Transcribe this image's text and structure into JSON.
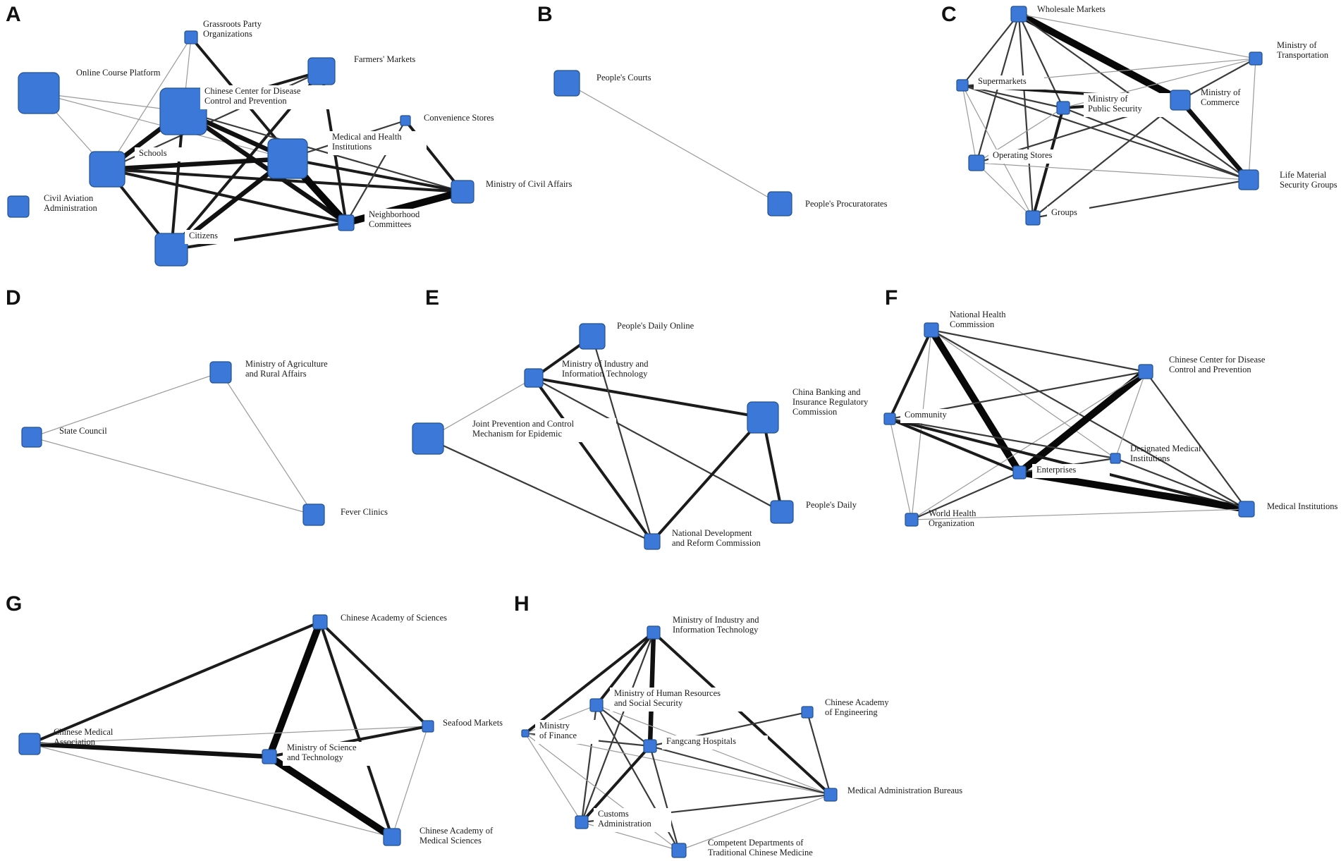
{
  "panels": [
    {
      "id": "A",
      "nodes": [
        {
          "id": "grassroots",
          "label": [
            "Grassroots Party",
            "Organizations"
          ]
        },
        {
          "id": "farmers",
          "label": [
            "Farmers' Markets"
          ]
        },
        {
          "id": "online",
          "label": [
            "Online Course Platform"
          ]
        },
        {
          "id": "ccdc",
          "label": [
            "Chinese Center for Disease",
            "Control and Prevention"
          ]
        },
        {
          "id": "convenience",
          "label": [
            "Convenience Stores"
          ]
        },
        {
          "id": "medhealth",
          "label": [
            "Medical and Health",
            "Institutions"
          ]
        },
        {
          "id": "schools",
          "label": [
            "Schools"
          ]
        },
        {
          "id": "civilaffairs",
          "label": [
            "Ministry of Civil Affairs"
          ]
        },
        {
          "id": "aviation",
          "label": [
            "Civil Aviation",
            "Administration"
          ]
        },
        {
          "id": "neighborhood",
          "label": [
            "Neighborhood",
            "Committees"
          ]
        },
        {
          "id": "citizens",
          "label": [
            "Citizens"
          ]
        }
      ],
      "edges": [
        [
          "online",
          "schools",
          1
        ],
        [
          "online",
          "ccdc",
          1
        ],
        [
          "online",
          "medhealth",
          1
        ],
        [
          "grassroots",
          "schools",
          1
        ],
        [
          "grassroots",
          "neighborhood",
          3
        ],
        [
          "grassroots",
          "ccdc",
          1
        ],
        [
          "farmers",
          "ccdc",
          3
        ],
        [
          "farmers",
          "citizens",
          3
        ],
        [
          "farmers",
          "neighborhood",
          3
        ],
        [
          "farmers",
          "schools",
          2
        ],
        [
          "ccdc",
          "schools",
          4
        ],
        [
          "ccdc",
          "medhealth",
          4
        ],
        [
          "ccdc",
          "neighborhood",
          4
        ],
        [
          "ccdc",
          "citizens",
          3
        ],
        [
          "ccdc",
          "civilaffairs",
          2
        ],
        [
          "schools",
          "medhealth",
          4
        ],
        [
          "schools",
          "neighborhood",
          3
        ],
        [
          "schools",
          "citizens",
          3
        ],
        [
          "schools",
          "civilaffairs",
          3
        ],
        [
          "medhealth",
          "neighborhood",
          5
        ],
        [
          "medhealth",
          "citizens",
          4
        ],
        [
          "medhealth",
          "civilaffairs",
          3
        ],
        [
          "convenience",
          "neighborhood",
          2
        ],
        [
          "convenience",
          "civilaffairs",
          3
        ],
        [
          "convenience",
          "medhealth",
          2
        ],
        [
          "civilaffairs",
          "neighborhood",
          5
        ],
        [
          "citizens",
          "neighborhood",
          3
        ]
      ]
    },
    {
      "id": "B",
      "nodes": [
        {
          "id": "courts",
          "label": [
            "People's Courts"
          ]
        },
        {
          "id": "procuratorates",
          "label": [
            "People's Procuratorates"
          ]
        }
      ],
      "edges": [
        [
          "courts",
          "procuratorates",
          1
        ]
      ]
    },
    {
      "id": "C",
      "nodes": [
        {
          "id": "wholesale",
          "label": [
            "Wholesale Markets"
          ]
        },
        {
          "id": "transport",
          "label": [
            "Ministry of",
            "Transportation"
          ]
        },
        {
          "id": "supermarkets",
          "label": [
            "Supermarkets"
          ]
        },
        {
          "id": "security",
          "label": [
            "Ministry of",
            "Public Security"
          ]
        },
        {
          "id": "commerce",
          "label": [
            "Ministry of",
            "Commerce"
          ]
        },
        {
          "id": "operating",
          "label": [
            "Operating Stores"
          ]
        },
        {
          "id": "lifematerial",
          "label": [
            "Life Material",
            "Security Groups"
          ]
        },
        {
          "id": "groups",
          "label": [
            "Groups"
          ]
        }
      ],
      "edges": [
        [
          "wholesale",
          "commerce",
          5
        ],
        [
          "wholesale",
          "supermarkets",
          2
        ],
        [
          "wholesale",
          "security",
          2
        ],
        [
          "wholesale",
          "operating",
          2
        ],
        [
          "wholesale",
          "groups",
          2
        ],
        [
          "wholesale",
          "transport",
          1
        ],
        [
          "wholesale",
          "lifematerial",
          2
        ],
        [
          "supermarkets",
          "commerce",
          3
        ],
        [
          "supermarkets",
          "security",
          2
        ],
        [
          "supermarkets",
          "operating",
          1
        ],
        [
          "supermarkets",
          "groups",
          1
        ],
        [
          "supermarkets",
          "lifematerial",
          2
        ],
        [
          "supermarkets",
          "transport",
          1
        ],
        [
          "security",
          "commerce",
          3
        ],
        [
          "security",
          "operating",
          1
        ],
        [
          "security",
          "groups",
          3
        ],
        [
          "security",
          "lifematerial",
          2
        ],
        [
          "security",
          "transport",
          1
        ],
        [
          "commerce",
          "transport",
          2
        ],
        [
          "commerce",
          "lifematerial",
          4
        ],
        [
          "commerce",
          "groups",
          2
        ],
        [
          "commerce",
          "operating",
          2
        ],
        [
          "operating",
          "lifematerial",
          1
        ],
        [
          "operating",
          "groups",
          1
        ],
        [
          "groups",
          "lifematerial",
          2
        ],
        [
          "transport",
          "lifematerial",
          1
        ]
      ]
    },
    {
      "id": "D",
      "nodes": [
        {
          "id": "agri",
          "label": [
            "Ministry of Agriculture",
            "and Rural Affairs"
          ]
        },
        {
          "id": "council",
          "label": [
            "State Council"
          ]
        },
        {
          "id": "fever",
          "label": [
            "Fever Clinics"
          ]
        }
      ],
      "edges": [
        [
          "agri",
          "council",
          1
        ],
        [
          "agri",
          "fever",
          1
        ],
        [
          "council",
          "fever",
          1
        ]
      ]
    },
    {
      "id": "E",
      "nodes": [
        {
          "id": "pdo",
          "label": [
            "People's Daily Online"
          ]
        },
        {
          "id": "miit",
          "label": [
            "Ministry of Industry and",
            "Information Technology"
          ]
        },
        {
          "id": "cbirc",
          "label": [
            "China Banking and",
            "Insurance Regulatory",
            "Commission"
          ]
        },
        {
          "id": "joint",
          "label": [
            "Joint Prevention and Control",
            "Mechanism for Epidemic"
          ]
        },
        {
          "id": "pd",
          "label": [
            "People's Daily"
          ]
        },
        {
          "id": "ndrc",
          "label": [
            "National Development",
            "and Reform Commission"
          ]
        }
      ],
      "edges": [
        [
          "pdo",
          "miit",
          3
        ],
        [
          "miit",
          "cbirc",
          3
        ],
        [
          "miit",
          "ndrc",
          3
        ],
        [
          "miit",
          "pd",
          2
        ],
        [
          "miit",
          "joint",
          1
        ],
        [
          "cbirc",
          "ndrc",
          3
        ],
        [
          "cbirc",
          "pd",
          3
        ],
        [
          "joint",
          "ndrc",
          2
        ],
        [
          "pdo",
          "ndrc",
          2
        ]
      ]
    },
    {
      "id": "F",
      "nodes": [
        {
          "id": "nhc",
          "label": [
            "National Health",
            "Commission"
          ]
        },
        {
          "id": "fccdc",
          "label": [
            "Chinese Center for Disease",
            "Control and Prevention"
          ]
        },
        {
          "id": "community",
          "label": [
            "Community"
          ]
        },
        {
          "id": "designated",
          "label": [
            "Designated Medical",
            "Institutions"
          ]
        },
        {
          "id": "enterprises",
          "label": [
            "Enterprises"
          ]
        },
        {
          "id": "who",
          "label": [
            "World Health",
            "Organization"
          ]
        },
        {
          "id": "medinst",
          "label": [
            "Medical Institutions"
          ]
        }
      ],
      "edges": [
        [
          "nhc",
          "enterprises",
          5
        ],
        [
          "nhc",
          "community",
          3
        ],
        [
          "nhc",
          "fccdc",
          2
        ],
        [
          "nhc",
          "designated",
          1
        ],
        [
          "nhc",
          "medinst",
          2
        ],
        [
          "nhc",
          "who",
          1
        ],
        [
          "fccdc",
          "enterprises",
          5
        ],
        [
          "fccdc",
          "community",
          2
        ],
        [
          "fccdc",
          "medinst",
          2
        ],
        [
          "fccdc",
          "who",
          1
        ],
        [
          "fccdc",
          "designated",
          1
        ],
        [
          "community",
          "enterprises",
          3
        ],
        [
          "community",
          "medinst",
          3
        ],
        [
          "community",
          "designated",
          2
        ],
        [
          "community",
          "who",
          1
        ],
        [
          "enterprises",
          "medinst",
          5
        ],
        [
          "enterprises",
          "who",
          2
        ],
        [
          "enterprises",
          "designated",
          2
        ],
        [
          "designated",
          "medinst",
          2
        ],
        [
          "who",
          "medinst",
          1
        ]
      ]
    },
    {
      "id": "G",
      "nodes": [
        {
          "id": "cas",
          "label": [
            "Chinese Academy of Sciences"
          ]
        },
        {
          "id": "cma",
          "label": [
            "Chinese Medical",
            "Association"
          ]
        },
        {
          "id": "seafood",
          "label": [
            "Seafood Markets"
          ]
        },
        {
          "id": "most",
          "label": [
            "Ministry of Science",
            "and Technology"
          ]
        },
        {
          "id": "cams",
          "label": [
            "Chinese Academy of",
            "Medical Sciences"
          ]
        }
      ],
      "edges": [
        [
          "cas",
          "cma",
          3
        ],
        [
          "cas",
          "most",
          5
        ],
        [
          "cas",
          "cams",
          3
        ],
        [
          "cas",
          "seafood",
          3
        ],
        [
          "cma",
          "most",
          4
        ],
        [
          "cma",
          "seafood",
          1
        ],
        [
          "cma",
          "cams",
          1
        ],
        [
          "most",
          "cams",
          5
        ],
        [
          "most",
          "seafood",
          3
        ],
        [
          "seafood",
          "cams",
          1
        ]
      ]
    },
    {
      "id": "H",
      "nodes": [
        {
          "id": "hmiit",
          "label": [
            "Ministry of Industry and",
            "Information Technology"
          ]
        },
        {
          "id": "hrss",
          "label": [
            "Ministry of Human Resources",
            "and Social Security"
          ]
        },
        {
          "id": "cae",
          "label": [
            "Chinese Academy",
            "of Engineering"
          ]
        },
        {
          "id": "finance",
          "label": [
            "Ministry",
            "of Finance"
          ]
        },
        {
          "id": "fangcang",
          "label": [
            "Fangcang Hospitals"
          ]
        },
        {
          "id": "mab",
          "label": [
            "Medical Administration Bureaus"
          ]
        },
        {
          "id": "customs",
          "label": [
            "Customs",
            "Administration"
          ]
        },
        {
          "id": "tcm",
          "label": [
            "Competent Departments of",
            "Traditional Chinese Medicine"
          ]
        }
      ],
      "edges": [
        [
          "hmiit",
          "fangcang",
          4
        ],
        [
          "hmiit",
          "hrss",
          3
        ],
        [
          "hmiit",
          "finance",
          3
        ],
        [
          "hmiit",
          "mab",
          3
        ],
        [
          "hmiit",
          "customs",
          2
        ],
        [
          "hrss",
          "fangcang",
          2
        ],
        [
          "hrss",
          "customs",
          2
        ],
        [
          "hrss",
          "tcm",
          2
        ],
        [
          "hrss",
          "mab",
          1
        ],
        [
          "hrss",
          "finance",
          1
        ],
        [
          "finance",
          "fangcang",
          2
        ],
        [
          "finance",
          "customs",
          1
        ],
        [
          "finance",
          "tcm",
          1
        ],
        [
          "finance",
          "mab",
          1
        ],
        [
          "fangcang",
          "mab",
          2
        ],
        [
          "fangcang",
          "customs",
          3
        ],
        [
          "fangcang",
          "tcm",
          2
        ],
        [
          "fangcang",
          "cae",
          2
        ],
        [
          "customs",
          "mab",
          2
        ],
        [
          "customs",
          "tcm",
          1
        ],
        [
          "cae",
          "mab",
          2
        ],
        [
          "tcm",
          "mab",
          1
        ]
      ]
    }
  ]
}
